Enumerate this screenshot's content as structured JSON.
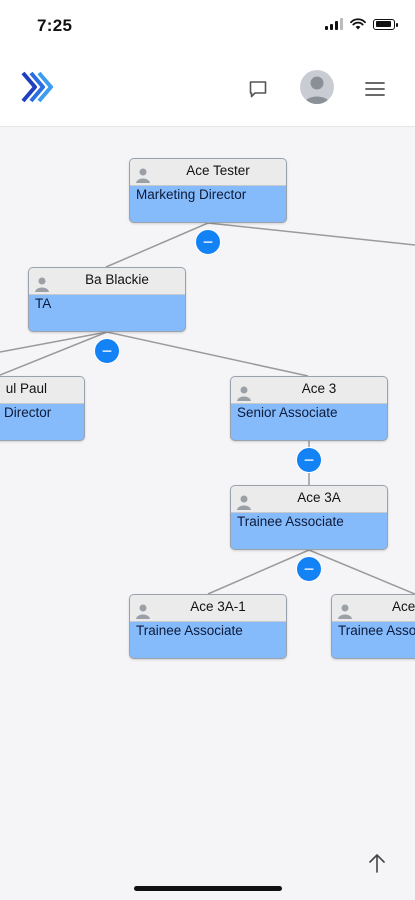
{
  "status_bar": {
    "time": "7:25"
  },
  "header": {
    "icons": [
      "logo-icon",
      "chat-icon",
      "avatar-icon",
      "menu-icon"
    ]
  },
  "org_chart": {
    "nodes": [
      {
        "name": "Ace Tester",
        "role": "Marketing Director"
      },
      {
        "name": "Ba Blackie",
        "role": "TA"
      },
      {
        "name": "ul Paul",
        "role": "Director"
      },
      {
        "name": "Ace 3",
        "role": "Senior Associate"
      },
      {
        "name": "Ace 3A",
        "role": "Trainee Associate"
      },
      {
        "name": "Ace 3A-1",
        "role": "Trainee Associate"
      },
      {
        "name": "Ace",
        "role": "Trainee Asso"
      }
    ],
    "collapse_symbol": "−"
  },
  "colors": {
    "node_role_bg": "#85bafb",
    "node_name_bg": "#ebebec",
    "accent": "#1282f5",
    "logo_blue": "#1f3fbf",
    "logo_light": "#3b9cf0"
  }
}
